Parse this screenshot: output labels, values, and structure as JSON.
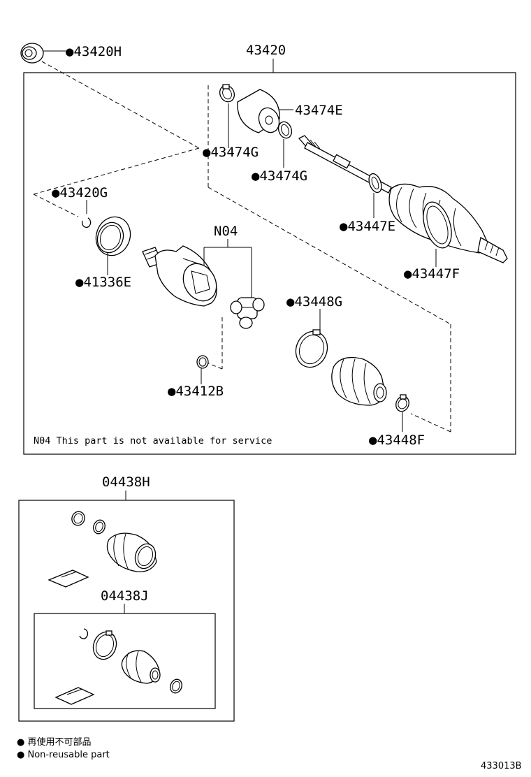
{
  "diagram": {
    "main_assembly_label": "43420",
    "callouts": {
      "p43420H": "●43420H",
      "p43474E": "43474E",
      "p43474G_left": "●43474G",
      "p43474G_right": "●43474G",
      "p43420G": "●43420G",
      "p41336E": "●41336E",
      "pN04": "N04",
      "p43447E": "●43447E",
      "p43447F": "●43447F",
      "p43448G": "●43448G",
      "p43412B": "●43412B",
      "p43448F": "●43448F"
    },
    "note": "N04 This part is not available for service",
    "kit_outer_label": "04438H",
    "kit_inner_label": "04438J"
  },
  "legend": {
    "line1": "● 再使用不可部品",
    "line2": "● Non-reusable part"
  },
  "figure_id": "433013B"
}
